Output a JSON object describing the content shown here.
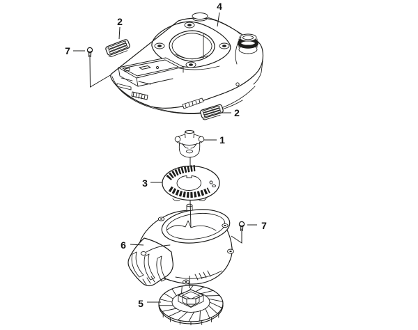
{
  "diagram": {
    "type": "exploded-parts-diagram",
    "background_color": "#ffffff",
    "line_color": "#1d1d1b",
    "label_color": "#111111",
    "callouts": {
      "c4": "4",
      "c2_top": "2",
      "c2_bottom": "2",
      "c7_left": "7",
      "c7_right": "7",
      "c1": "1",
      "c3": "3",
      "c6": "6",
      "c5": "5"
    }
  }
}
